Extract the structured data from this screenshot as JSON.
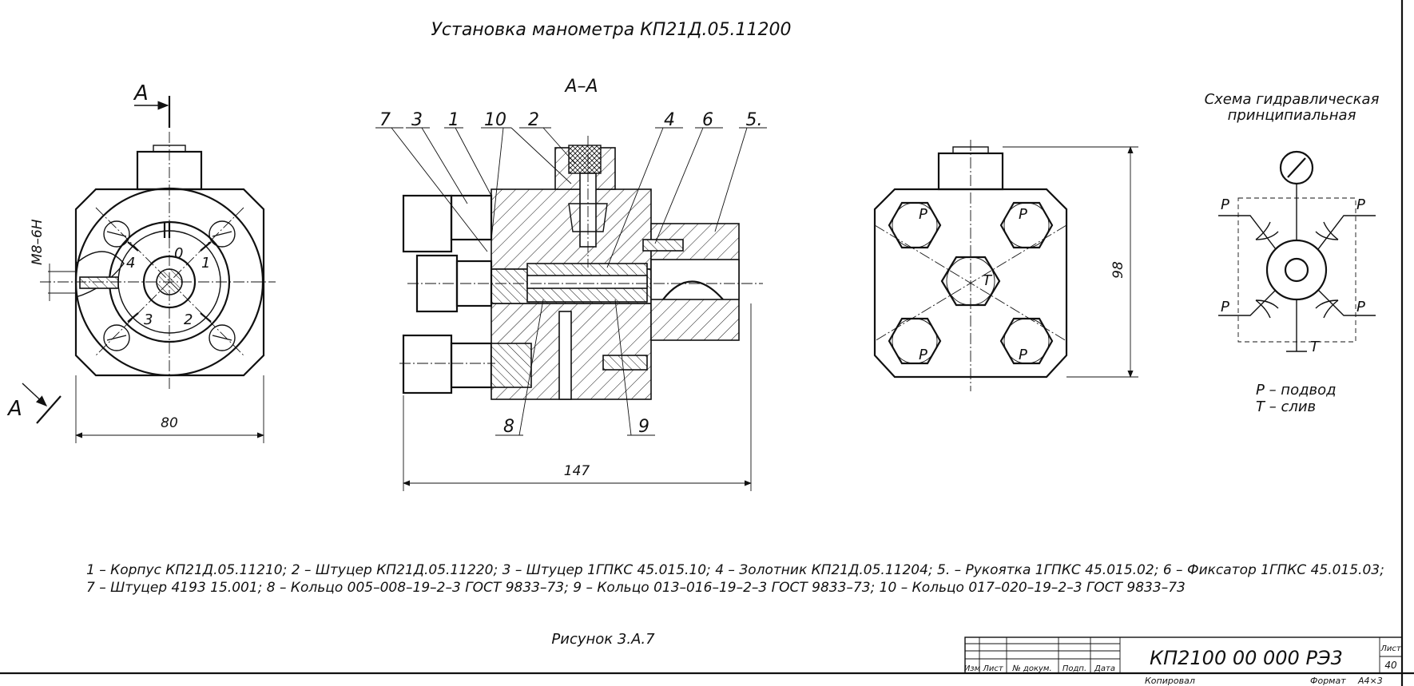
{
  "title": "Установка манометра  КП21Д.05.11200",
  "section_label": "А–А",
  "view_marks": [
    "А",
    "А"
  ],
  "dimensions": {
    "thread": "М8–6Н",
    "width_left": "80",
    "length_section": "147",
    "height_right": "98"
  },
  "dial_numbers": [
    "0",
    "1",
    "2",
    "3",
    "4"
  ],
  "callouts_top": [
    "7",
    "3",
    "1",
    "10",
    "2",
    "4",
    "6",
    "5."
  ],
  "callouts_bottom": [
    "8",
    "9"
  ],
  "port_letters_right_view": [
    "P",
    "P",
    "T",
    "P",
    "P"
  ],
  "scheme": {
    "title_line1": "Схема гидравлическая",
    "title_line2": "принципиальная",
    "port_labels": [
      "P",
      "P",
      "P",
      "P",
      "T"
    ],
    "legend_line1": "P – подвод",
    "legend_line2": "T – слив"
  },
  "parts_list_line1": "1 – Корпус  КП21Д.05.11210; 2 – Штуцер  КП21Д.05.11220; 3 – Штуцер  1ГПКС 45.015.10; 4 – Золотник  КП21Д.05.11204; 5. – Рукоятка  1ГПКС 45.015.02; 6 – Фиксатор  1ГПКС 45.015.03;",
  "parts_list_line2": "7 – Штуцер  4193 15.001; 8 – Кольцо  005–008–19–2–3  ГОСТ 9833–73; 9 – Кольцо  013–016–19–2–3  ГОСТ 9833–73; 10 – Кольцо  017–020–19–2–3  ГОСТ 9833–73",
  "figure_caption": "Рисунок 3.А.7",
  "stamp": {
    "designation": "КП2100 00 000 РЭ3",
    "headers": [
      "Изм",
      "Лист",
      "№ докум.",
      "Подп.",
      "Дата"
    ],
    "sheet_label": "Лист",
    "sheet_number": "40",
    "copied_label": "Копировал",
    "format_label": "Формат",
    "format_value": "А4×3"
  }
}
